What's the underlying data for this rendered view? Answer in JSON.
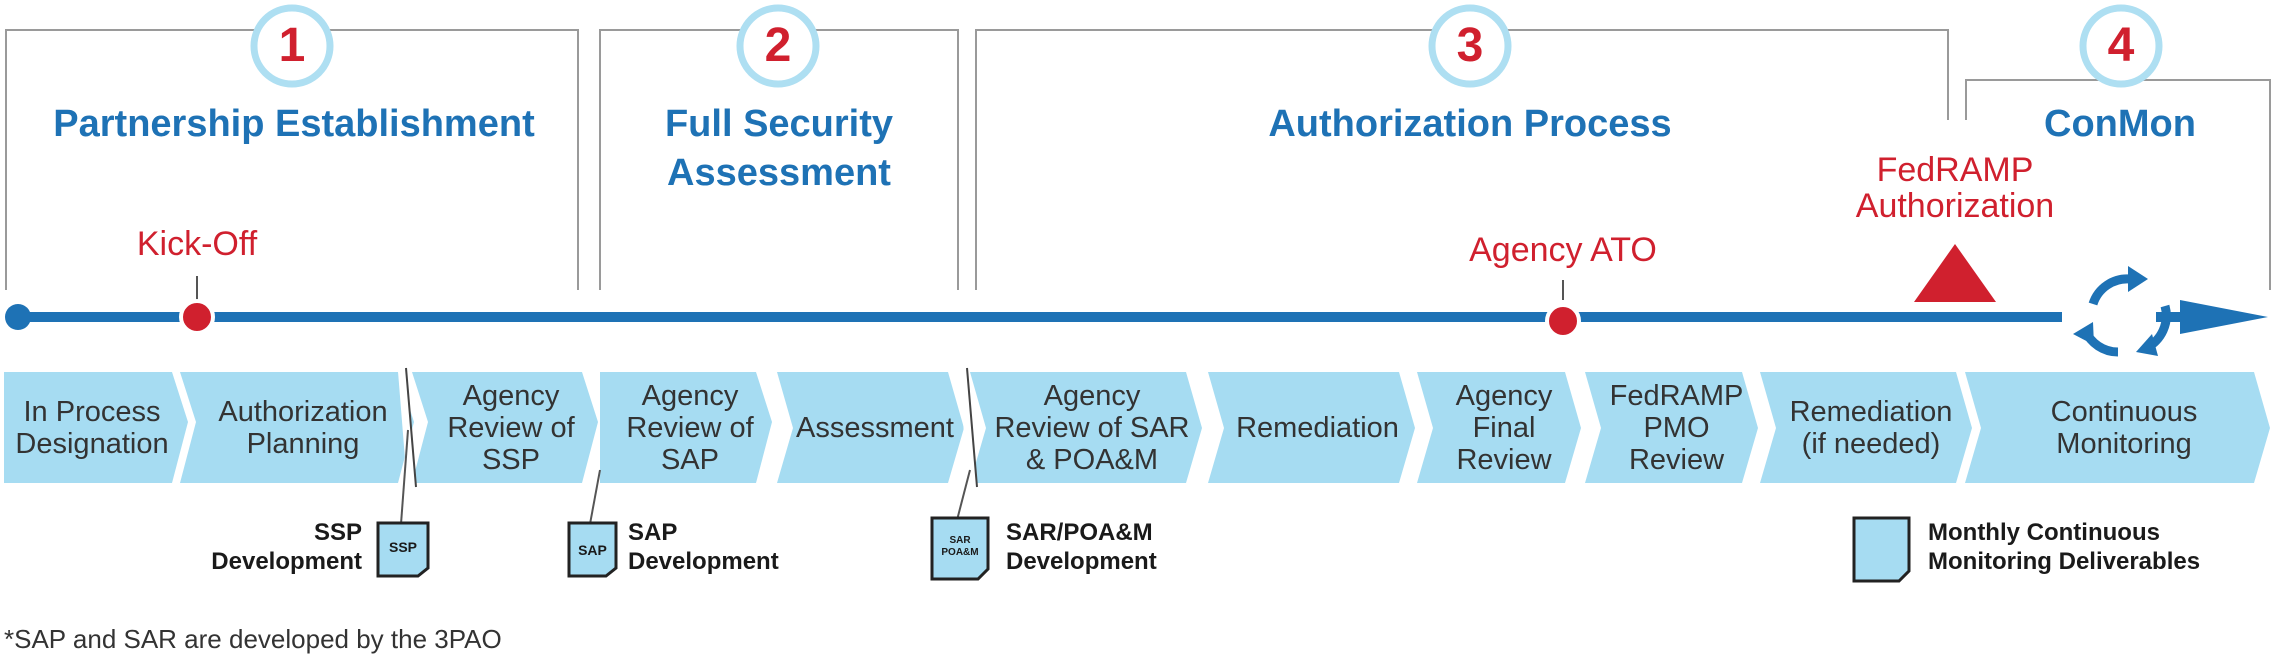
{
  "colors": {
    "blue": "#1e72b5",
    "light_blue": "#a6dcf2",
    "red": "#d0202e",
    "circle_ring": "#aedff2",
    "bracket_gray": "#9a9a9a"
  },
  "phases": [
    {
      "number": "1",
      "title": "Partnership Establishment"
    },
    {
      "number": "2",
      "title": "Full Security\nAssessment"
    },
    {
      "number": "3",
      "title": "Authorization Process"
    },
    {
      "number": "4",
      "title": "ConMon"
    }
  ],
  "milestones": {
    "kickoff": "Kick-Off",
    "agency_ato": "Agency ATO",
    "fedramp_authorization": "FedRAMP\nAuthorization"
  },
  "icons": {
    "timeline": "arrow-timeline",
    "milestone": "red-dot-milestone-icon",
    "authorization": "red-triangle-icon",
    "continuous": "cycle-arrows-icon",
    "document": "document-icon"
  },
  "steps": [
    "In Process\nDesignation",
    "Authorization\nPlanning",
    "Agency\nReview of\nSSP",
    "Agency\nReview of\nSAP",
    "Assessment",
    "Agency\nReview of SAR\n& POA&M",
    "Remediation",
    "Agency\nFinal\nReview",
    "FedRAMP\nPMO\nReview",
    "Remediation\n(if needed)",
    "Continuous\nMonitoring"
  ],
  "documents": {
    "ssp": {
      "icon_text": "SSP",
      "label": "SSP\nDevelopment"
    },
    "sap": {
      "icon_text": "SAP",
      "label": "SAP\nDevelopment"
    },
    "sar": {
      "icon_text": "SAR\nPOA&M",
      "label": "SAR/POA&M\nDevelopment"
    },
    "conmon": {
      "icon_text": "",
      "label": "Monthly Continuous\nMonitoring Deliverables"
    }
  },
  "footnote": "*SAP and SAR are developed by the 3PAO"
}
